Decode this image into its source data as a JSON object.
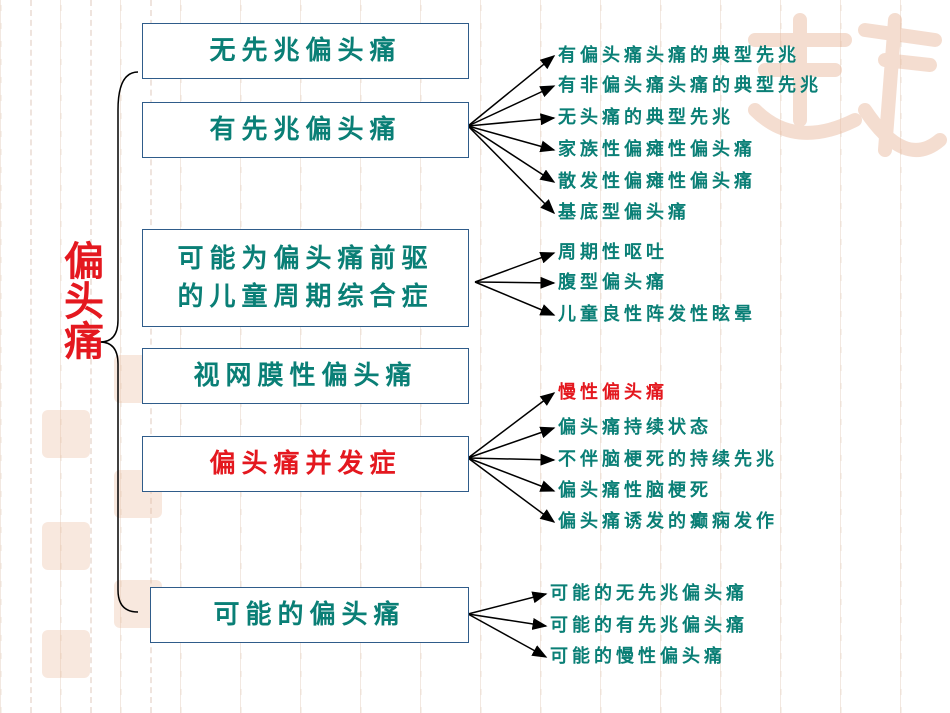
{
  "colors": {
    "teal": "#0a7f76",
    "red": "#e4181f",
    "border": "#2f5c8a"
  },
  "main_title": "偏头痛",
  "categories": [
    {
      "label": "无先兆偏头痛",
      "red": false,
      "children": []
    },
    {
      "label": "有先兆偏头痛",
      "red": false,
      "children": [
        {
          "label": "有偏头痛头痛的典型先兆",
          "red": false
        },
        {
          "label": "有非偏头痛头痛的典型先兆",
          "red": false
        },
        {
          "label": "无头痛的典型先兆",
          "red": false
        },
        {
          "label": "家族性偏瘫性偏头痛",
          "red": false
        },
        {
          "label": "散发性偏瘫性偏头痛",
          "red": false
        },
        {
          "label": "基底型偏头痛",
          "red": false
        }
      ]
    },
    {
      "label_lines": [
        "可能为偏头痛前驱",
        "的儿童周期综合症"
      ],
      "red": false,
      "children": [
        {
          "label": "周期性呕吐",
          "red": false
        },
        {
          "label": "腹型偏头痛",
          "red": false
        },
        {
          "label": "儿童良性阵发性眩晕",
          "red": false
        }
      ]
    },
    {
      "label": "视网膜性偏头痛",
      "red": false,
      "children": []
    },
    {
      "label": "偏头痛并发症",
      "red": true,
      "children": [
        {
          "label": "慢性偏头痛",
          "red": true
        },
        {
          "label": "偏头痛持续状态",
          "red": false
        },
        {
          "label": "不伴脑梗死的持续先兆",
          "red": false
        },
        {
          "label": "偏头痛性脑梗死",
          "red": false
        },
        {
          "label": "偏头痛诱发的癫痫发作",
          "red": false
        }
      ]
    },
    {
      "label": "可能的偏头痛",
      "red": false,
      "children": [
        {
          "label": "可能的无先兆偏头痛",
          "red": false
        },
        {
          "label": "可能的有先兆偏头痛",
          "red": false
        },
        {
          "label": "可能的慢性偏头痛",
          "red": false
        }
      ]
    }
  ]
}
